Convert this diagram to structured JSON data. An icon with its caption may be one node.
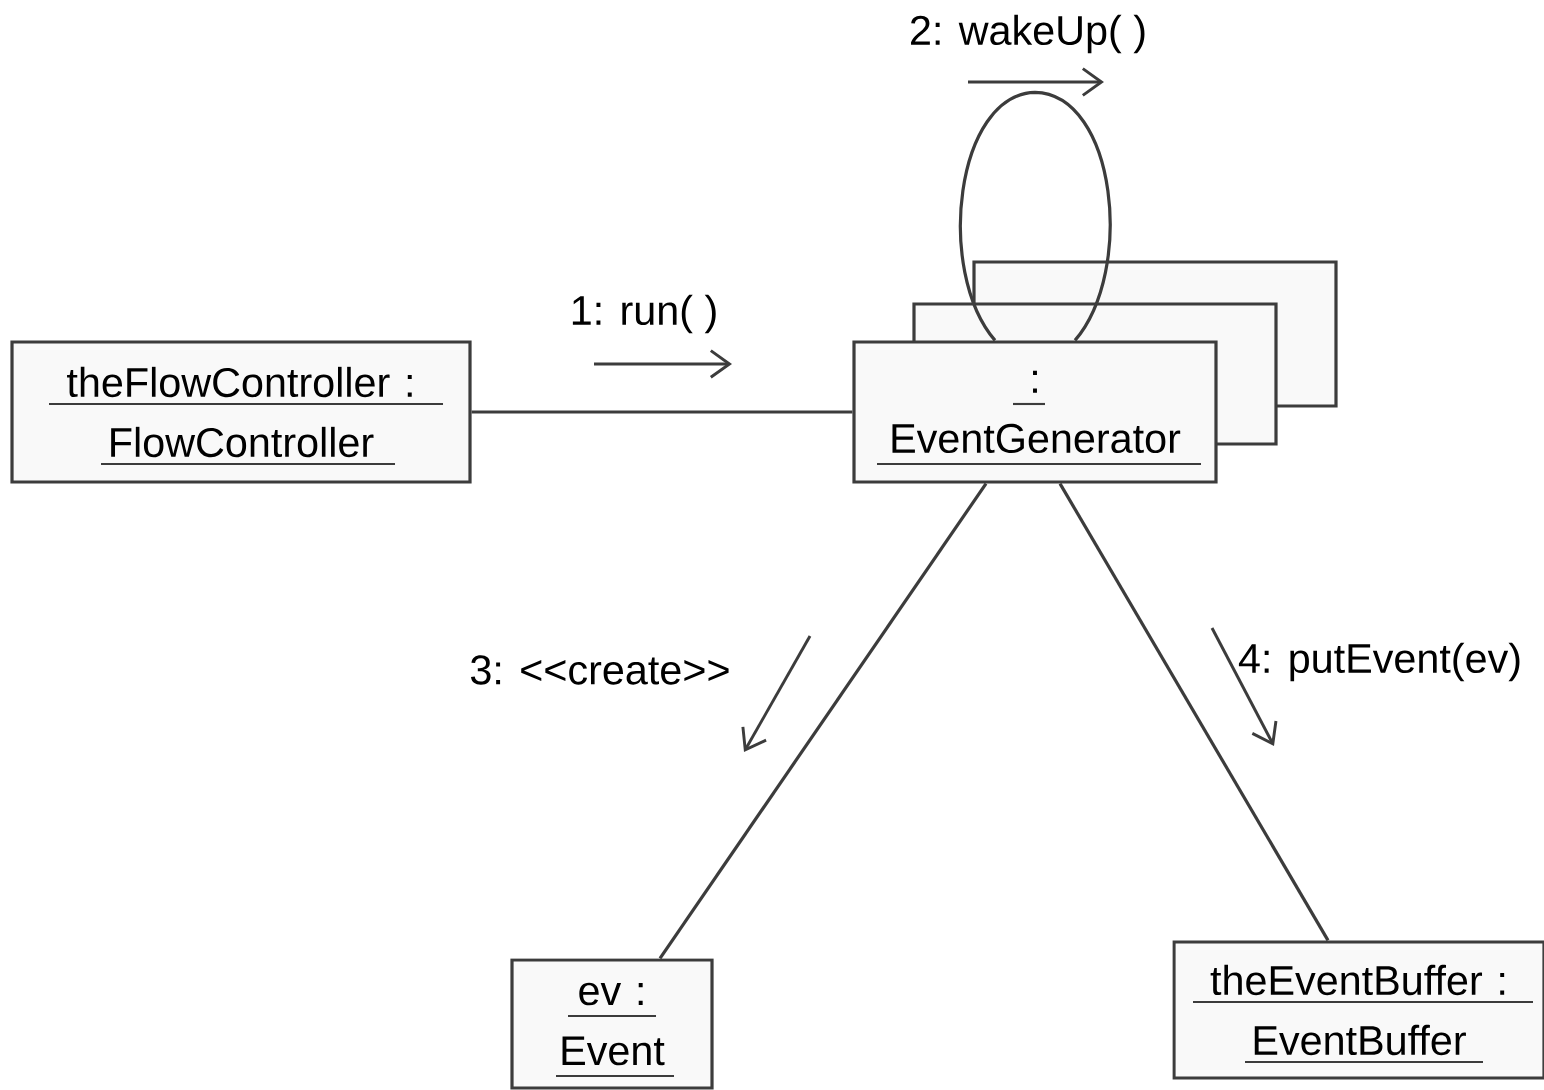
{
  "diagram": {
    "nodes": [
      {
        "text": [
          "theFlowController : FlowController"
        ]
      },
      {
        "text": [
          ": EventGenerator"
        ]
      },
      {
        "text": [
          "ev : Event"
        ]
      },
      {
        "text": [
          "theEventBuffer : EventBuffer"
        ]
      }
    ],
    "edges": [
      {
        "from": 0,
        "to": 1,
        "arrow": "none",
        "label": "1: run( )"
      },
      {
        "from": 1,
        "to": 1,
        "arrow": "none",
        "label": "2: wakeUp( )"
      },
      {
        "from": 1,
        "to": 2,
        "arrow": "none",
        "label": "3: <<create>>"
      },
      {
        "from": 1,
        "to": 3,
        "arrow": "none",
        "label": "4: putEvent(ev)"
      }
    ]
  }
}
